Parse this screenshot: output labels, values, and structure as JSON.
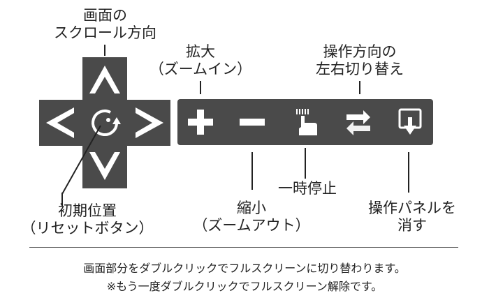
{
  "labels": {
    "scroll": {
      "line1": "画面の",
      "line2": "スクロール方向"
    },
    "zoom_in": {
      "line1": "拡大",
      "line2": "（ズームイン）"
    },
    "switch": {
      "line1": "操作方向の",
      "line2": "左右切り替え"
    },
    "reset": {
      "line1": "初期位置",
      "line2": "（リセットボタン）"
    },
    "zoom_out": {
      "line1": "縮小",
      "line2": "（ズームアウト）"
    },
    "pause": {
      "line1": "一時停止"
    },
    "hide": {
      "line1": "操作パネルを",
      "line2": "消す"
    }
  },
  "notes": {
    "line1": "画面部分をダブルクリックでフルスクリーンに切り替わります。",
    "line2": "※もう一度ダブルクリックでフルスクリーン解除です。"
  },
  "colors": {
    "panel": "#4a4a4a",
    "icon": "#ffffff",
    "text": "#222222"
  },
  "icons": [
    "arrow-up-icon",
    "arrow-down-icon",
    "arrow-left-icon",
    "arrow-right-icon",
    "reset-icon",
    "plus-icon",
    "minus-icon",
    "pause-hand-icon",
    "swap-arrows-icon",
    "hide-panel-icon"
  ]
}
